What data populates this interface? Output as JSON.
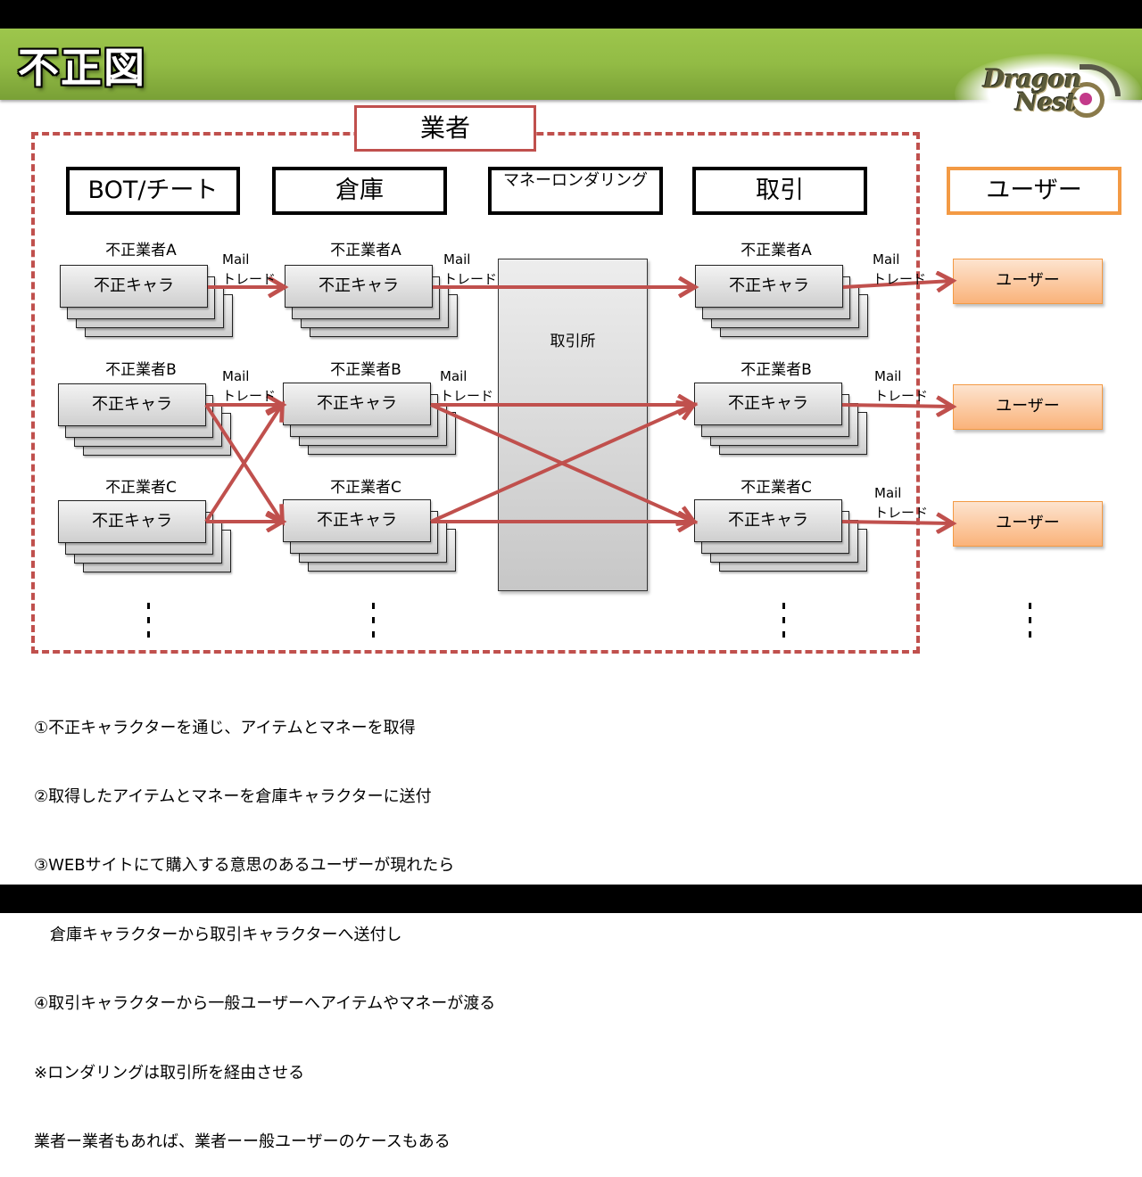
{
  "slide": {
    "title": "不正図",
    "logo": {
      "line1": "Dragon",
      "line2": "Nest"
    }
  },
  "vendor_group": {
    "label": "業者",
    "border_color": "#c0504d"
  },
  "columns": [
    {
      "label": "BOT/チート"
    },
    {
      "label": "倉庫"
    },
    {
      "label": "マネーロンダリング"
    },
    {
      "label": "取引"
    },
    {
      "label": "ユーザー",
      "border_color": "#f39a44"
    }
  ],
  "groups": {
    "bot": [
      {
        "label": "不正業者A",
        "card": "不正キャラ"
      },
      {
        "label": "不正業者B",
        "card": "不正キャラ"
      },
      {
        "label": "不正業者C",
        "card": "不正キャラ"
      }
    ],
    "storage": [
      {
        "label": "不正業者A",
        "card": "不正キャラ"
      },
      {
        "label": "不正業者B",
        "card": "不正キャラ"
      },
      {
        "label": "不正業者C",
        "card": "不正キャラ"
      }
    ],
    "trade": [
      {
        "label": "不正業者A",
        "card": "不正キャラ"
      },
      {
        "label": "不正業者B",
        "card": "不正キャラ"
      },
      {
        "label": "不正業者C",
        "card": "不正キャラ"
      }
    ]
  },
  "mail_labels": {
    "line1": "Mail",
    "line2": "トレード"
  },
  "exchange": {
    "label": "取引所"
  },
  "users": [
    {
      "label": "ユーザー"
    },
    {
      "label": "ユーザー"
    },
    {
      "label": "ユーザー"
    }
  ],
  "arrow_color": "#c0504d",
  "flows": [
    {
      "from": "bot.A",
      "to": "storage.A"
    },
    {
      "from": "bot.B",
      "to": "storage.B"
    },
    {
      "from": "bot.B",
      "to": "storage.C"
    },
    {
      "from": "bot.C",
      "to": "storage.B"
    },
    {
      "from": "bot.C",
      "to": "storage.C"
    },
    {
      "from": "storage.A",
      "to": "trade.A"
    },
    {
      "from": "storage.B",
      "to": "trade.B"
    },
    {
      "from": "storage.B",
      "to": "trade.C"
    },
    {
      "from": "storage.C",
      "to": "trade.B"
    },
    {
      "from": "storage.C",
      "to": "trade.C"
    },
    {
      "from": "trade.A",
      "to": "user.1"
    },
    {
      "from": "trade.B",
      "to": "user.2"
    },
    {
      "from": "trade.C",
      "to": "user.3"
    }
  ],
  "notes": [
    "①不正キャラクターを通じ、アイテムとマネーを取得",
    "②取得したアイテムとマネーを倉庫キャラクターに送付",
    "③WEBサイトにて購入する意思のあるユーザーが現れたら",
    "　倉庫キャラクターから取引キャラクターへ送付し",
    "④取引キャラクターから一般ユーザーへアイテムやマネーが渡る",
    "※ロンダリングは取引所を経由させる",
    "業者ー業者もあれば、業者ーー般ユーザーのケースもある"
  ]
}
